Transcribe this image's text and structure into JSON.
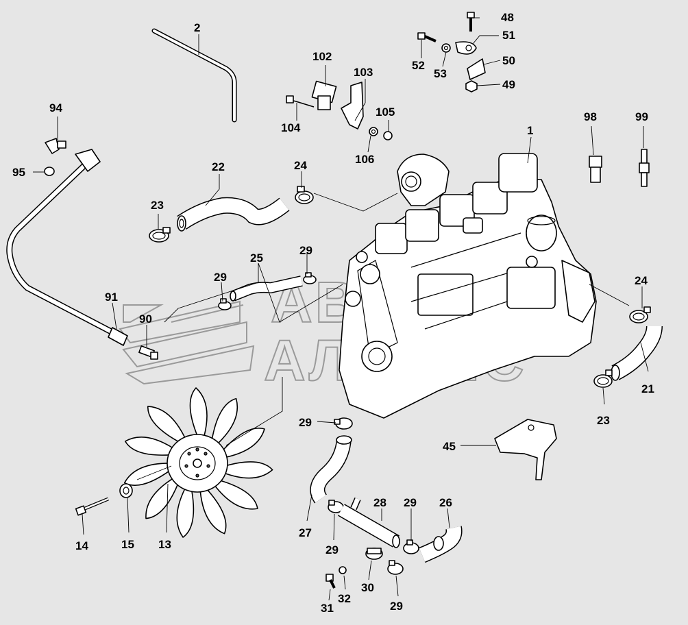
{
  "watermark": {
    "line1": "АВТО",
    "line2": "АЛЬЯНС"
  },
  "callouts": [
    {
      "id": "c2",
      "text": "2"
    },
    {
      "id": "c48",
      "text": "48"
    },
    {
      "id": "c51",
      "text": "51"
    },
    {
      "id": "c52",
      "text": "52"
    },
    {
      "id": "c53",
      "text": "53"
    },
    {
      "id": "c50",
      "text": "50"
    },
    {
      "id": "c49",
      "text": "49"
    },
    {
      "id": "c102",
      "text": "102"
    },
    {
      "id": "c103",
      "text": "103"
    },
    {
      "id": "c104",
      "text": "104"
    },
    {
      "id": "c105",
      "text": "105"
    },
    {
      "id": "c106",
      "text": "106"
    },
    {
      "id": "c94",
      "text": "94"
    },
    {
      "id": "c95",
      "text": "95"
    },
    {
      "id": "c98",
      "text": "98"
    },
    {
      "id": "c99",
      "text": "99"
    },
    {
      "id": "c1",
      "text": "1"
    },
    {
      "id": "c22",
      "text": "22"
    },
    {
      "id": "c24a",
      "text": "24"
    },
    {
      "id": "c23a",
      "text": "23"
    },
    {
      "id": "c29a",
      "text": "29"
    },
    {
      "id": "c25",
      "text": "25"
    },
    {
      "id": "c29b",
      "text": "29"
    },
    {
      "id": "c91",
      "text": "91"
    },
    {
      "id": "c90",
      "text": "90"
    },
    {
      "id": "c24b",
      "text": "24"
    },
    {
      "id": "c21",
      "text": "21"
    },
    {
      "id": "c23b",
      "text": "23"
    },
    {
      "id": "c29c",
      "text": "29"
    },
    {
      "id": "c45",
      "text": "45"
    },
    {
      "id": "c28",
      "text": "28"
    },
    {
      "id": "c29d",
      "text": "29"
    },
    {
      "id": "c26",
      "text": "26"
    },
    {
      "id": "c27",
      "text": "27"
    },
    {
      "id": "c29e",
      "text": "29"
    },
    {
      "id": "c14",
      "text": "14"
    },
    {
      "id": "c15",
      "text": "15"
    },
    {
      "id": "c13",
      "text": "13"
    },
    {
      "id": "c30",
      "text": "30"
    },
    {
      "id": "c31",
      "text": "31"
    },
    {
      "id": "c32",
      "text": "32"
    },
    {
      "id": "c29f",
      "text": "29"
    }
  ]
}
